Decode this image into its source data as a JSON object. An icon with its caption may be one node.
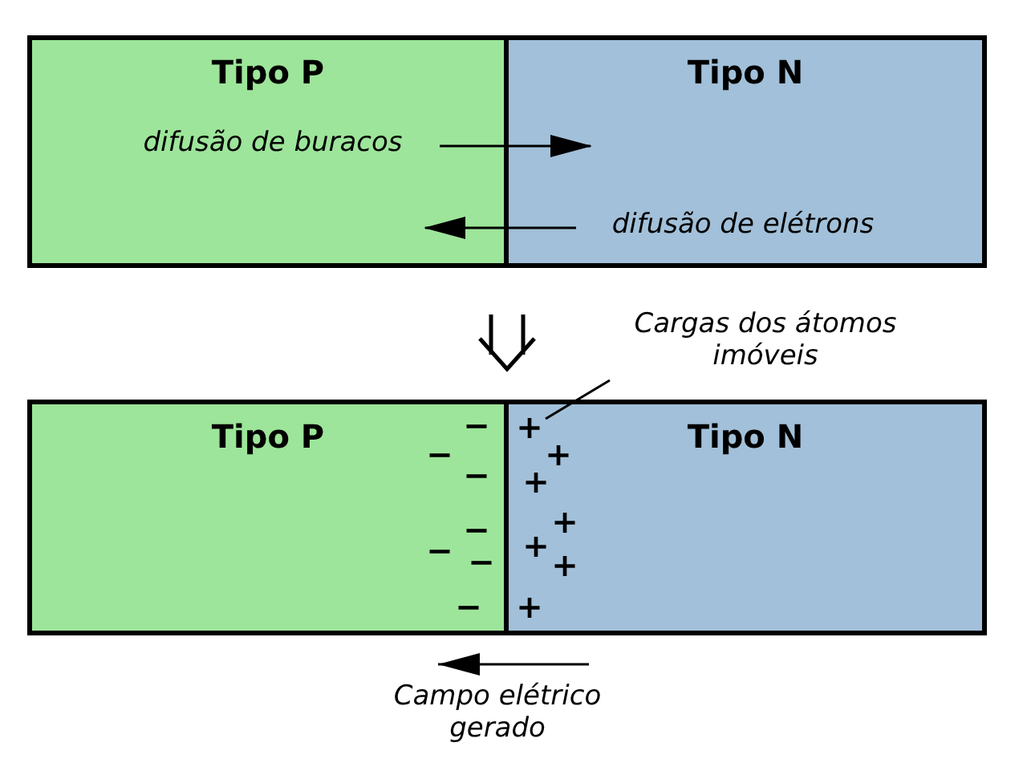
{
  "diagram": {
    "nodes": [
      {
        "text": [
          "Tipo P"
        ]
      },
      {
        "text": [
          "Tipo N"
        ]
      },
      {
        "text": [
          "Tipo P"
        ]
      },
      {
        "text": [
          "Tipo N"
        ]
      },
      {
        "text": [
          "Cargas dos átomos imóveis"
        ]
      },
      {
        "text": [
          "+"
        ],
        "in": 3
      }
    ],
    "edges": [
      {
        "from": 0,
        "to": 1,
        "arrow": "to"
      },
      {
        "from": 1,
        "to": 0,
        "arrow": "to"
      },
      {
        "from": 4,
        "to": 5,
        "arrow": "none"
      }
    ],
    "labels": [
      "difusão de buracos",
      "difusão de elétrons",
      "Campo elétrico gerado",
      "−",
      "−",
      "−",
      "−",
      "−",
      "−",
      "−",
      "+",
      "+",
      "+",
      "+",
      "+",
      "+"
    ]
  }
}
